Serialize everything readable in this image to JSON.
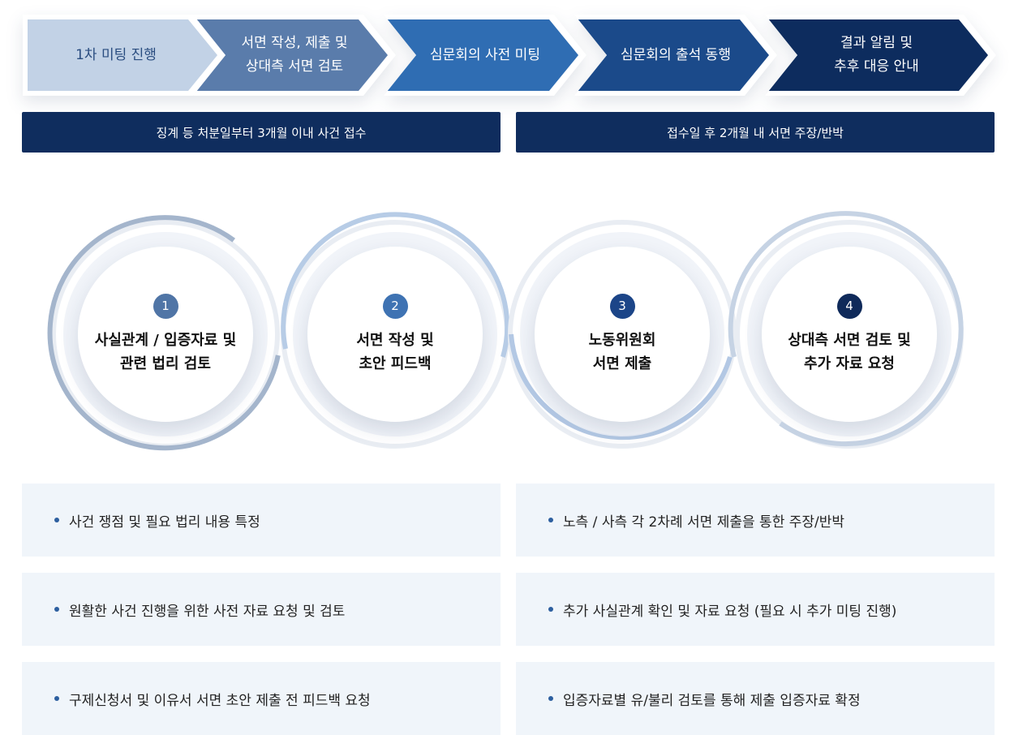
{
  "steps": [
    {
      "label": "1차 미팅 진행"
    },
    {
      "label": "서면 작성, 제출 및\n상대측 서면 검토"
    },
    {
      "label": "심문회의 사전 미팅"
    },
    {
      "label": "심문회의 출석 동행"
    },
    {
      "label": "결과 알림 및\n추후 대응 안내"
    }
  ],
  "bars": {
    "left": "징계 등 처분일부터 3개월 이내 사건 접수",
    "right": "접수일 후 2개월 내 서면 주장/반박"
  },
  "circles": [
    {
      "number": "1",
      "text": "사실관계 / 입증자료 및\n관련 법리 검토"
    },
    {
      "number": "2",
      "text": "서면 작성 및\n초안 피드백"
    },
    {
      "number": "3",
      "text": "노동위원회\n서면 제출"
    },
    {
      "number": "4",
      "text": "상대측 서면 검토 및\n추가 자료 요청"
    }
  ],
  "left_items": [
    "사건 쟁점 및 필요 법리 내용 특정",
    "원활한 사건 진행을 위한 사전 자료 요청 및 검토",
    "구제신청서 및 이유서 서면 초안 제출 전 피드백 요청"
  ],
  "right_items": [
    "노측 / 사측 각 2차례 서면 제출을 통한 주장/반박",
    "추가 사실관계 확인 및 자료 요청 (필요 시 추가 미팅 진행)",
    "입증자료별 유/불리 검토를 통해 제출 입증자료 확정"
  ],
  "colors": {
    "step1_bg": "#c2d2e6",
    "step1_text": "#2a4d80",
    "step2_bg": "#5a7cab",
    "step3_bg": "#2f6db3",
    "step4_bg": "#1b4a8a",
    "step5_bg": "#0d2c5e",
    "bar_bg": "#0f2d5e",
    "box_bg": "#f0f5fa",
    "num1": "#5075a6",
    "num2": "#3f73b3",
    "num3": "#1c4588",
    "num4": "#0f2a5a"
  }
}
